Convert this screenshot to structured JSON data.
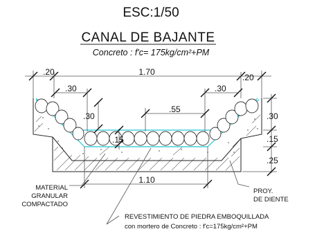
{
  "scale": "ESC:1/50",
  "title": "CANAL DE BAJANTE",
  "subtitle": "Concreto : f'c= 175kg/cm²+PM",
  "dimensions": {
    "top_left_edge": ".20",
    "top_width": "1.70",
    "top_right_edge": ".20",
    "slope_left_horizontal": ".30",
    "slope_right_horizontal": ".30",
    "left_depth": ".30",
    "bottom_width": ".55",
    "floor_thickness": ".15",
    "right_depth": ".30",
    "right_floor": ".15",
    "right_tooth": ".25",
    "base_width": "1.10"
  },
  "notes": {
    "material_line1": "MATERIAL",
    "material_line2": "GRANULAR",
    "material_line3": "COMPACTADO",
    "tooth_line1": "PROY.",
    "tooth_line2": "DE DIENTE",
    "lining_line1": "REVESTIMIENTO DE PIEDRA EMBOQUILLADA",
    "lining_line2": "con mortero de Concreto : f'c=175kg/cm²+PM"
  },
  "colors": {
    "lining_outline": "#22c8d2",
    "linework": "#222222"
  }
}
